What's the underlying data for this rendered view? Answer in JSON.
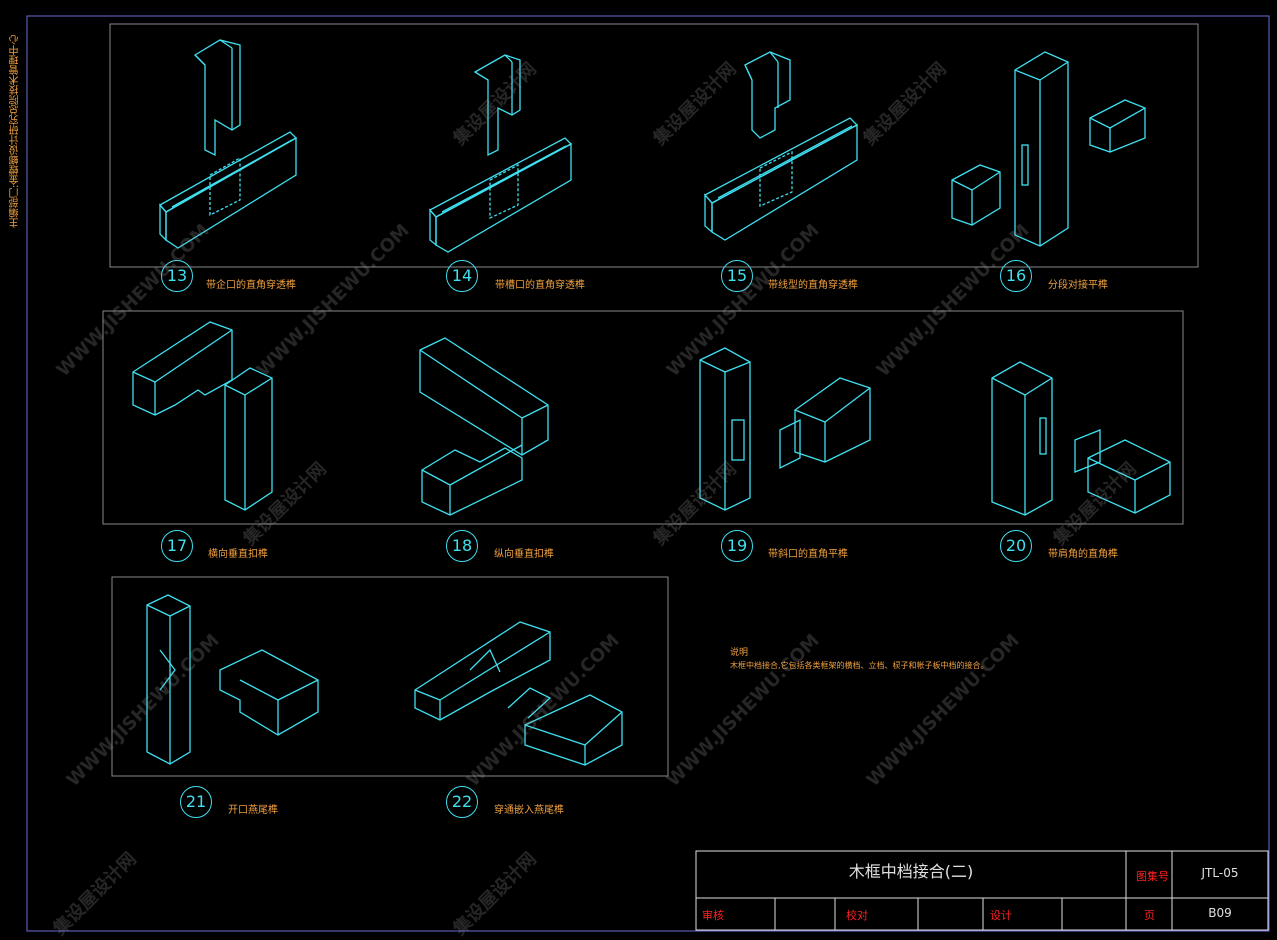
{
  "sidebar_note": "主编部门:金螳螂设计研究总院技术管理中心",
  "joints": [
    {
      "number": "13",
      "label": "带企口的直角穿透榫"
    },
    {
      "number": "14",
      "label": "带槽口的直角穿透榫"
    },
    {
      "number": "15",
      "label": "带线型的直角穿透榫"
    },
    {
      "number": "16",
      "label": "分段对接平榫"
    },
    {
      "number": "17",
      "label": "横向垂直扣榫"
    },
    {
      "number": "18",
      "label": "纵向垂直扣榫"
    },
    {
      "number": "19",
      "label": "带斜口的直角平榫"
    },
    {
      "number": "20",
      "label": "带肩角的直角榫"
    },
    {
      "number": "21",
      "label": "开口燕尾榫"
    },
    {
      "number": "22",
      "label": "穿通嵌入燕尾榫"
    }
  ],
  "notes": {
    "title": "说明",
    "body": "木框中档接合,它包括各类框架的横档、立档、棂子和帐子板中档的接合。"
  },
  "title_block": {
    "title": "木框中档接合(二)",
    "atlas_label": "图集号",
    "atlas_value": "JTL-05",
    "review_label": "审核",
    "check_label": "校对",
    "design_label": "设计",
    "page_label": "页",
    "page_value": "B09"
  },
  "watermark": {
    "cn": "集设屋设计网",
    "en": "WWW.JISHEWU.COM"
  },
  "colors": {
    "line": "#3fe0f0",
    "frame": "#6b6bd6",
    "label": "#f0a040",
    "red": "#ff2020"
  }
}
